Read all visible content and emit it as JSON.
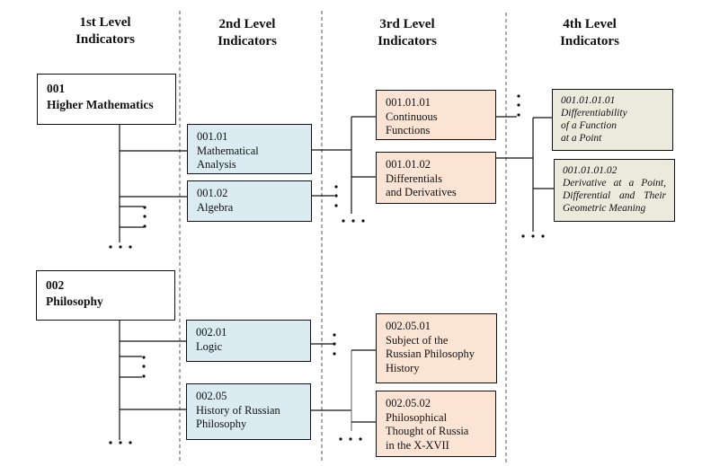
{
  "headers": [
    {
      "line1": "1st Level",
      "line2": "Indicators"
    },
    {
      "line1": "2nd Level",
      "line2": "Indicators"
    },
    {
      "line1": "3rd Level",
      "line2": "Indicators"
    },
    {
      "line1": "4th Level",
      "line2": "Indicators"
    }
  ],
  "level1": [
    {
      "code": "001",
      "title_lines": [
        "Higher Mathematics"
      ]
    },
    {
      "code": "002",
      "title_lines": [
        "Philosophy"
      ]
    }
  ],
  "level2": [
    {
      "code": "001.01",
      "title_lines": [
        "Mathematical",
        "Analysis"
      ],
      "parent": "001"
    },
    {
      "code": "001.02",
      "title_lines": [
        "Algebra"
      ],
      "parent": "001"
    },
    {
      "code": "002.01",
      "title_lines": [
        "Logic"
      ],
      "parent": "002"
    },
    {
      "code": "002.05",
      "title_lines": [
        "History of Russian",
        "Philosophy"
      ],
      "parent": "002"
    }
  ],
  "level3": [
    {
      "code": "001.01.01",
      "title_lines": [
        "Continuous",
        "Functions"
      ],
      "parent": "001.01"
    },
    {
      "code": "001.01.02",
      "title_lines": [
        "Differentials",
        "and Derivatives"
      ],
      "parent": "001.01"
    },
    {
      "code": "002.05.01",
      "title_lines": [
        "Subject of the",
        "Russian Philosophy",
        "History"
      ],
      "parent": "002.05"
    },
    {
      "code": "002.05.02",
      "title_lines": [
        "Philosophical",
        "Thought of Russia",
        "in the X-XVII"
      ],
      "parent": "002.05"
    }
  ],
  "level4": [
    {
      "code": "001.01.01.01",
      "title_lines": [
        "Differentiability",
        "of a Function",
        "at a Point"
      ],
      "parent": "001.01.02"
    },
    {
      "code": "001.01.01.02",
      "title_lines": [
        "Derivative at a Point,",
        "Differential and Their",
        "Geometric Meaning"
      ],
      "parent": "001.01.02"
    }
  ],
  "colors": {
    "level1_fill": "#ffffff",
    "level2_fill": "#daebf2",
    "level3_fill": "#fce4d4",
    "level4_fill": "#ebebdd",
    "line": "#111111",
    "divider": "#555555"
  },
  "continuation_marker": "..."
}
